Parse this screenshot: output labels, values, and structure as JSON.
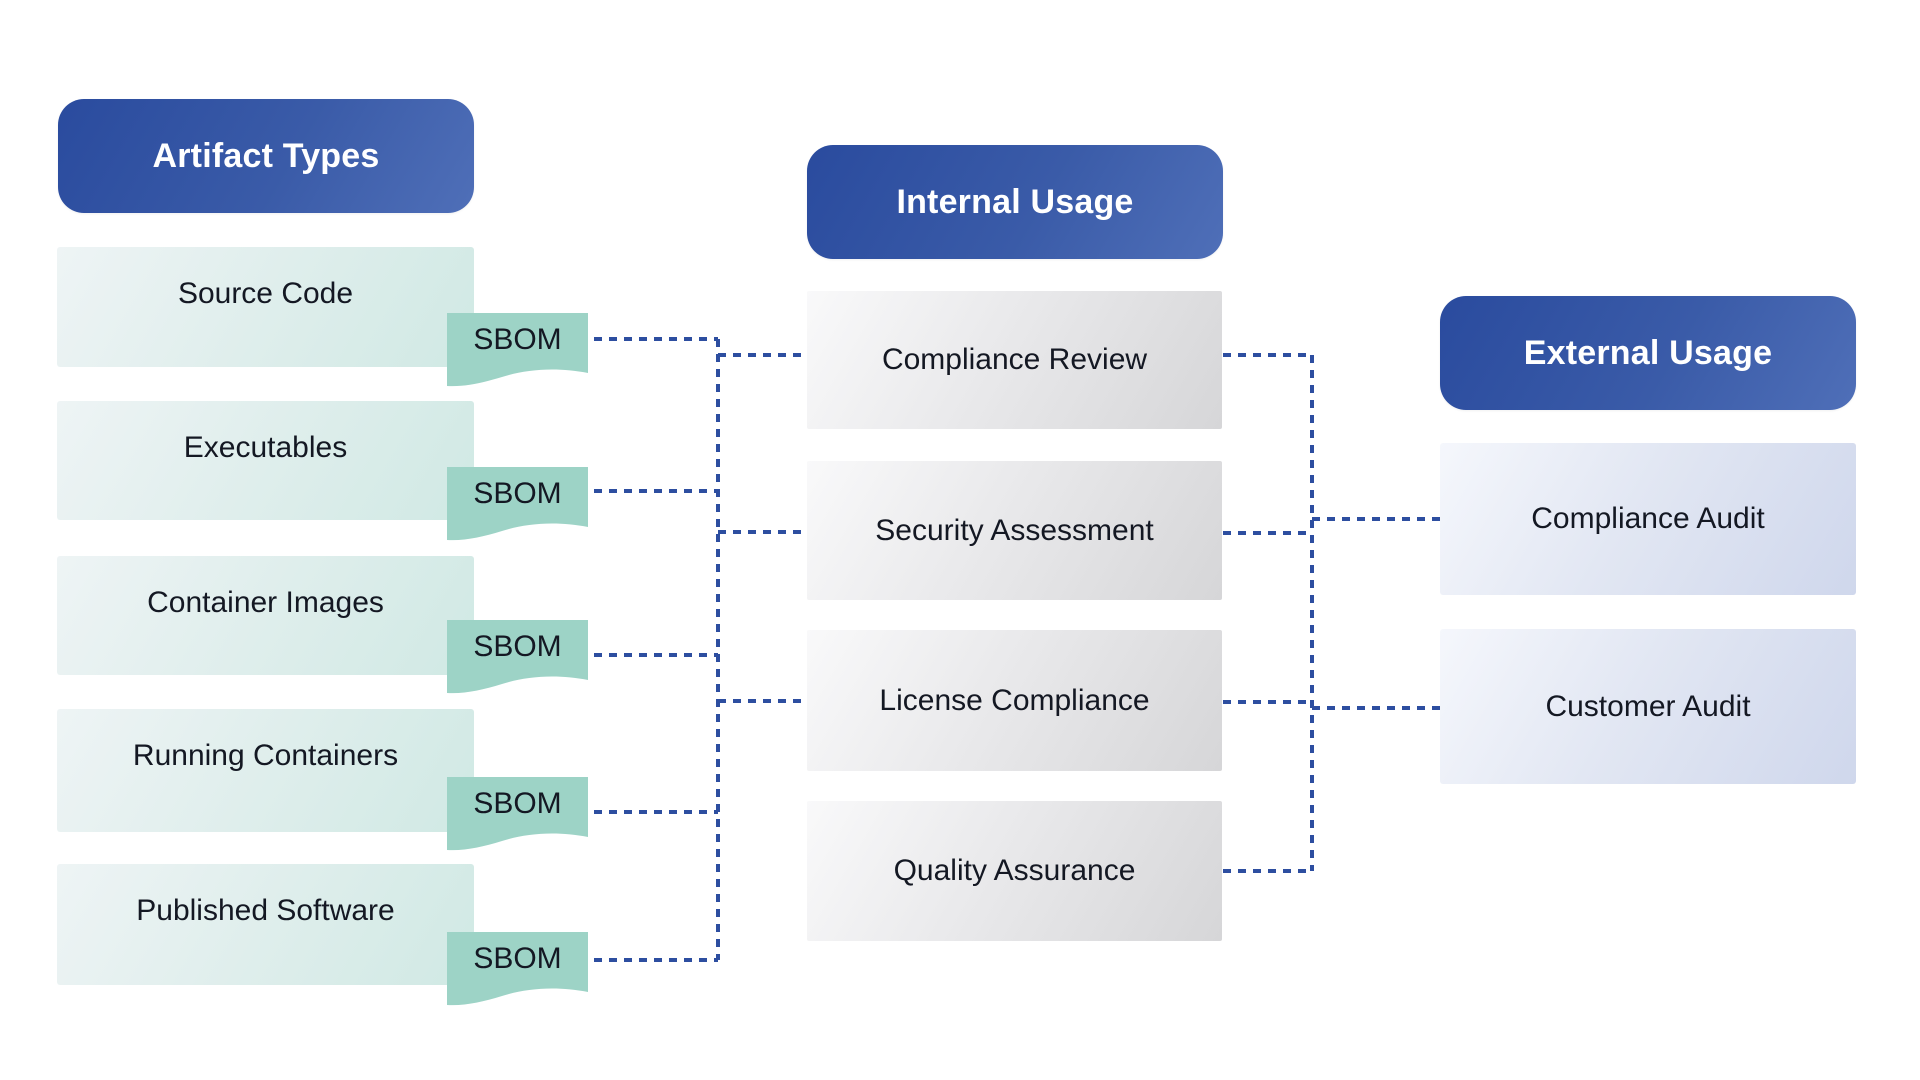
{
  "headers": {
    "artifact_types": "Artifact Types",
    "internal_usage": "Internal Usage",
    "external_usage": "External Usage"
  },
  "artifacts": [
    {
      "label": "Source Code",
      "tag": "SBOM"
    },
    {
      "label": "Executables",
      "tag": "SBOM"
    },
    {
      "label": "Container Images",
      "tag": "SBOM"
    },
    {
      "label": "Running Containers",
      "tag": "SBOM"
    },
    {
      "label": "Published Software",
      "tag": "SBOM"
    }
  ],
  "internal_usage": [
    {
      "label": "Compliance Review"
    },
    {
      "label": "Security Assessment"
    },
    {
      "label": "License Compliance"
    },
    {
      "label": "Quality Assurance"
    }
  ],
  "external_usage": [
    {
      "label": "Compliance Audit"
    },
    {
      "label": "Customer Audit"
    }
  ],
  "colors": {
    "header": "#2a4b9e",
    "sbom_tag": "#9dd3c6",
    "connector": "#2d4ea0"
  }
}
